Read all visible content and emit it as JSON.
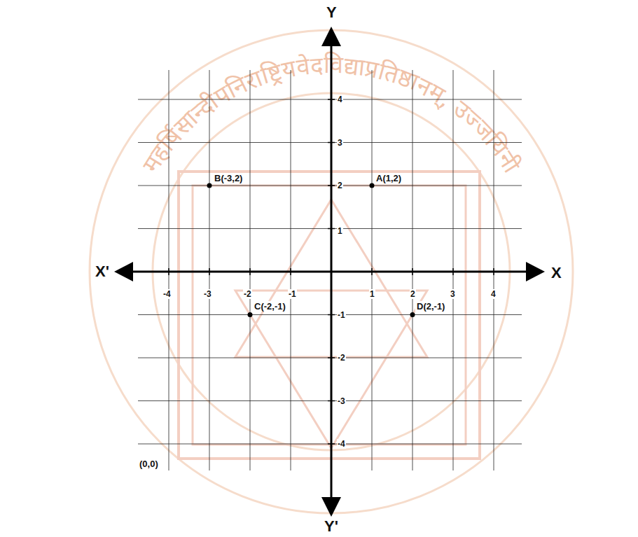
{
  "diagram": {
    "labels": [
      "Y",
      "X'",
      "X",
      "Y'",
      "-4",
      "-3",
      "-2",
      "-1",
      "1",
      "2",
      "3",
      "4",
      "4",
      "3",
      "2",
      "1",
      "-1",
      "-2",
      "-3",
      "-4",
      "B(-3,2)",
      "A(1,2)",
      "C(-2,-1)",
      "D(2,-1)",
      "(0,0)",
      "महर्षिसान्दीपनिराष्ट्रियवेदविद्याप्रतिष्ठानम्, उज्जयिनी"
    ]
  }
}
